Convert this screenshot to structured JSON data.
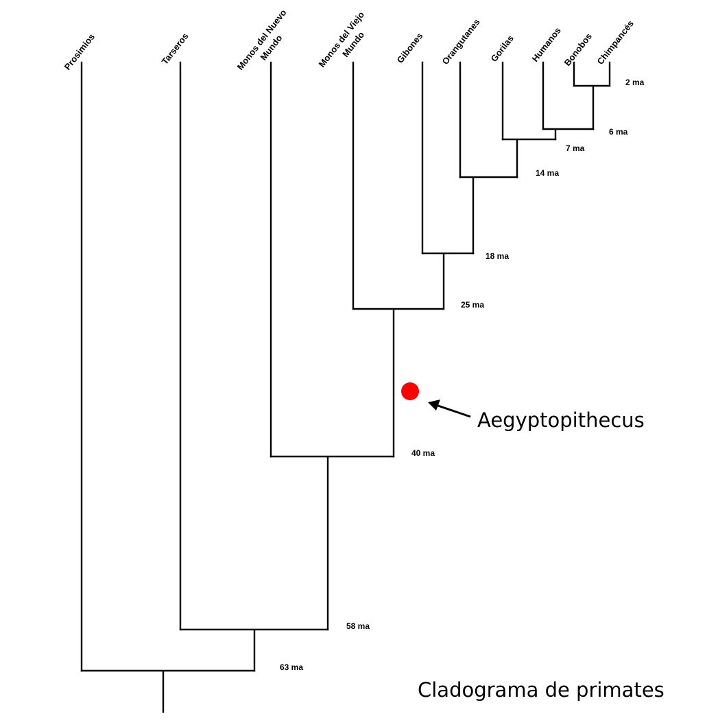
{
  "title": "Cladograma de primates",
  "callout": {
    "label": "Aegyptopithecus",
    "marker_color": "#ff0000"
  },
  "taxa": [
    {
      "id": "prosimios",
      "lines": [
        "Prosimios"
      ]
    },
    {
      "id": "tarseros",
      "lines": [
        "Tarseros"
      ]
    },
    {
      "id": "monos-nuevo-mundo",
      "lines": [
        "Monos del Nuevo",
        "Mundo"
      ]
    },
    {
      "id": "monos-viejo-mundo",
      "lines": [
        "Monos del Viejo",
        "Mundo"
      ]
    },
    {
      "id": "gibones",
      "lines": [
        "Gibones"
      ]
    },
    {
      "id": "orangutanes",
      "lines": [
        "Orangutanes"
      ]
    },
    {
      "id": "gorilas",
      "lines": [
        "Gorilas"
      ]
    },
    {
      "id": "humanos",
      "lines": [
        "Humanos"
      ]
    },
    {
      "id": "bonobos",
      "lines": [
        "Bonobos"
      ]
    },
    {
      "id": "chimpances",
      "lines": [
        "Chimpancés"
      ]
    }
  ],
  "divergences": [
    {
      "id": "bonobos-chimpances",
      "label": "2 ma"
    },
    {
      "id": "humanos-pan",
      "label": "6 ma"
    },
    {
      "id": "gorilas-homininos",
      "label": "7 ma"
    },
    {
      "id": "orangutanes-homininos",
      "label": "14 ma"
    },
    {
      "id": "gibones-hominidos",
      "label": "18 ma"
    },
    {
      "id": "catarrinos",
      "label": "25 ma"
    },
    {
      "id": "antropoides",
      "label": "40 ma"
    },
    {
      "id": "haplorrinos",
      "label": "58 ma"
    },
    {
      "id": "primates",
      "label": "63 ma"
    }
  ]
}
